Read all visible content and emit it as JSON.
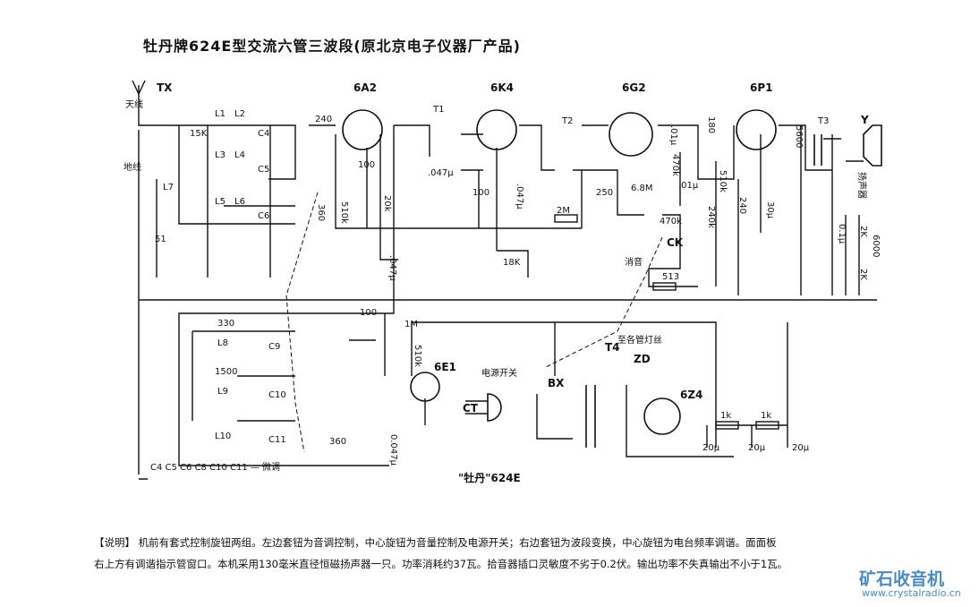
{
  "title": "牡丹牌624E型交流六管三波段(原北京电子仪器厂产品)",
  "labels": {
    "tx": "TX",
    "antenna": "天线",
    "ground": "地线",
    "l1": "L1",
    "l2": "L2",
    "r15k": "15K",
    "c4": "C4",
    "l3": "L3",
    "l4": "L4",
    "c5": "C5",
    "l5": "L5",
    "l6": "L6",
    "c6": "C6",
    "l7": "L7",
    "c51": "51",
    "c240": "240",
    "tube1": "6A2",
    "r510k_1": "510k",
    "r100_1": "100",
    "r20k": "20k",
    "c360_1": "360",
    "c047_1": ".047μ",
    "r100_2": "100",
    "t1": "T1",
    "c047_2": ".047μ",
    "tube2": "6K4",
    "r100_3": "100",
    "c047_3": ".047μ",
    "r18k": "18K",
    "r2m": "2M",
    "t2": "T2",
    "tube3": "6G2",
    "c250": "250",
    "r68m": "6.8M",
    "c01_1": ".01μ",
    "r470k_1": "470k",
    "c01_2": ".01μ",
    "c180": "180",
    "r470k_2": "470k",
    "ck": "CK",
    "mute": "消音",
    "r513": "513",
    "r240k": "240k",
    "r510k_2": "510k",
    "r240": "240",
    "c30": "30μ",
    "tube4": "6P1",
    "c5600": "5600",
    "t3": "T3",
    "y": "Y",
    "speaker": "扬声器",
    "c01_3": "0.1μ",
    "r2k_1": "2K",
    "c6000": "6000",
    "r2k_2": "2K",
    "c330": "330",
    "l8": "L8",
    "c9": "C9",
    "c1500": "1500",
    "l9": "L9",
    "c10": "C10",
    "l10": "L10",
    "c11": "C11",
    "c360_2": "360",
    "c047_4": "0.047μ",
    "r1m": "1M",
    "r510k_3": "510k",
    "tube5": "6E1",
    "trim": "C4 C5 C6 C8 C10 C11 — 微调",
    "power_switch": "电源开关",
    "bx": "BX",
    "ct": "CT",
    "t4": "T4",
    "filament": "至各管灯丝",
    "zd": "ZD",
    "tube6": "6Z4",
    "r1k_1": "1k",
    "r1k_2": "1k",
    "c20_1": "20μ",
    "c20_2": "20μ",
    "c20_3": "20μ",
    "model": "\"牡丹\"624E"
  },
  "description": {
    "line1": "【说明】 机前有套式控制旋钮两组。左边套钮为音调控制，中心旋钮为音量控制及电源开关；右边套钮为波段变换，中心旋钮为电台频率调谐。面面板",
    "line2": "右上方有调谐指示管窗口。本机采用130毫米直径恒磁扬声器一只。功率消耗约37瓦。拾音器插口灵敏度不劣于0.2伏。输出功率不失真输出不小于1瓦。"
  },
  "watermark": {
    "name": "矿石收音机",
    "url": "www.crystalradio.cn"
  }
}
